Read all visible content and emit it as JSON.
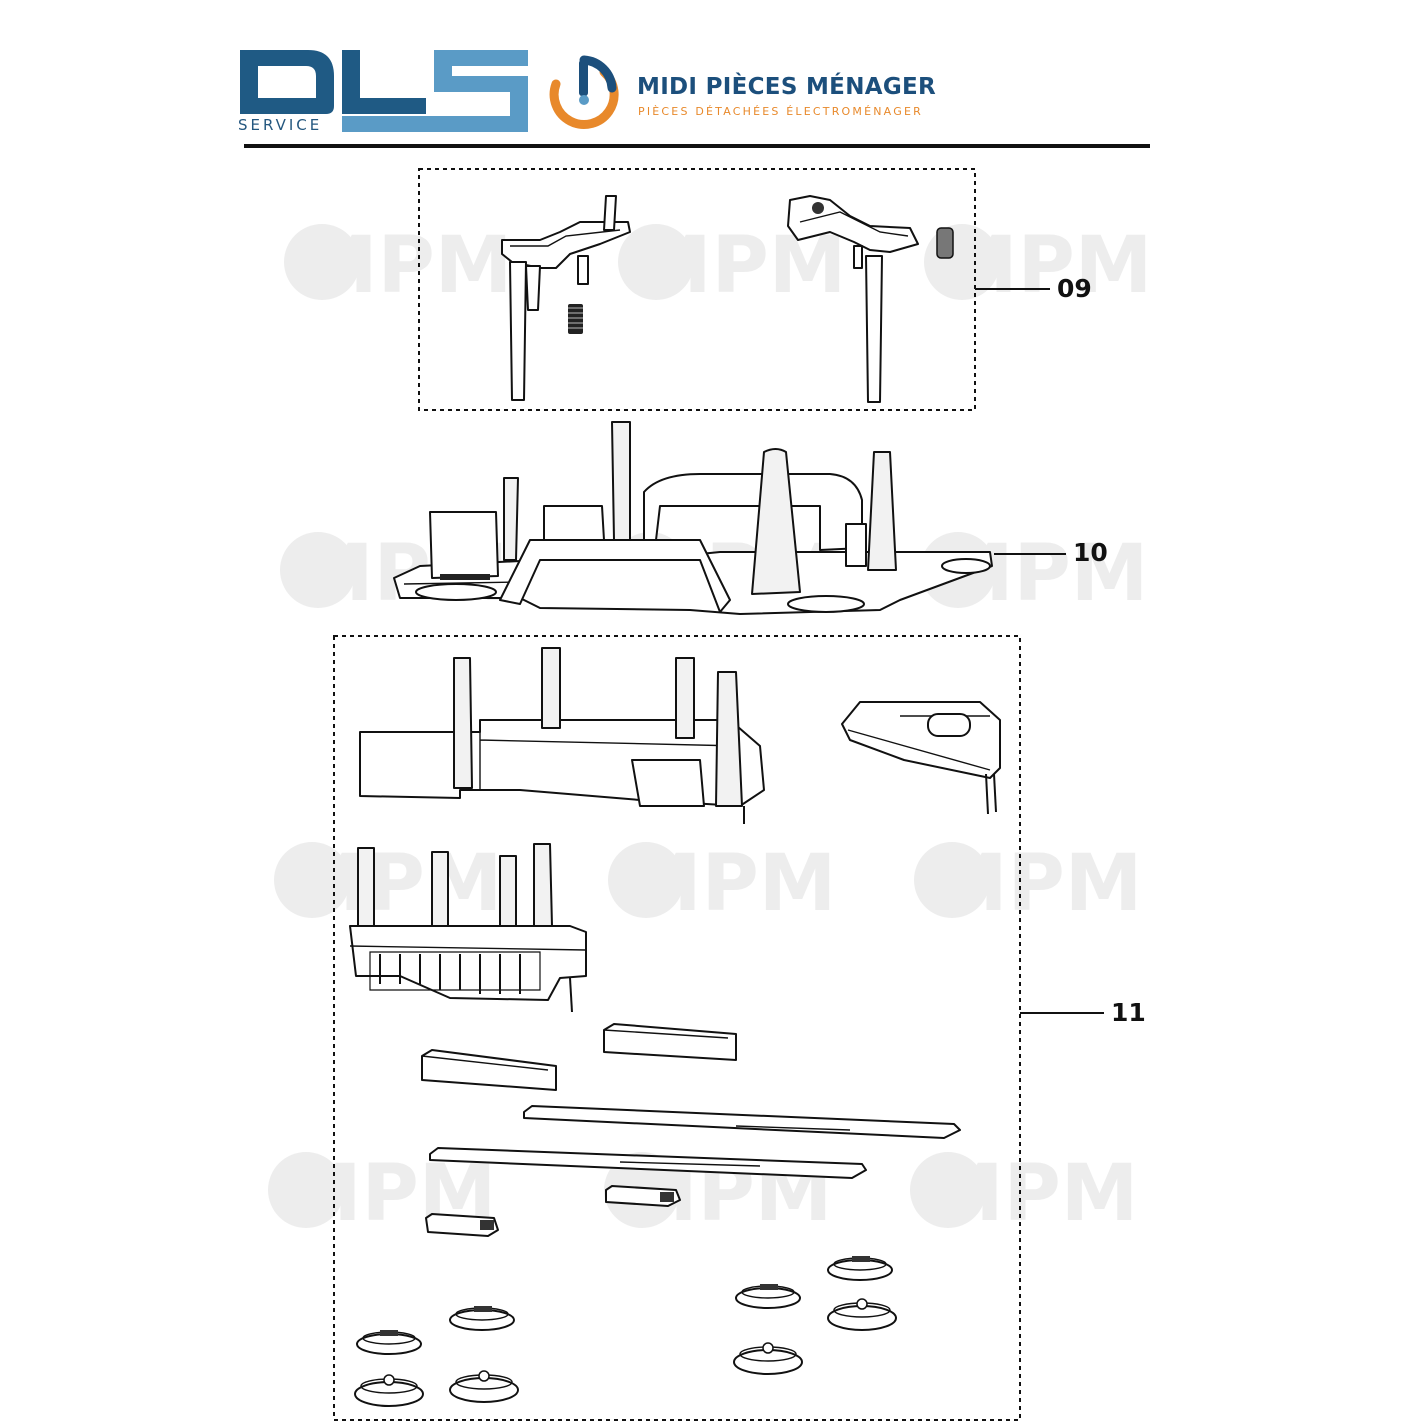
{
  "header": {
    "dls_service_label": "SERVICE",
    "brand_title": "MIDI PIÈCES MÉNAGER",
    "brand_subtitle": "PIÈCES DÉTACHÉES ÉLECTROMÉNAGER",
    "colors": {
      "dls_blue_dark": "#1f5a84",
      "dls_blue_light": "#5a9bc6",
      "brand_orange": "#e8892b",
      "brand_navy": "#1c4f7c"
    }
  },
  "watermark": {
    "text": "MPM"
  },
  "callouts": [
    {
      "id": "09"
    },
    {
      "id": "10"
    },
    {
      "id": "11"
    }
  ]
}
